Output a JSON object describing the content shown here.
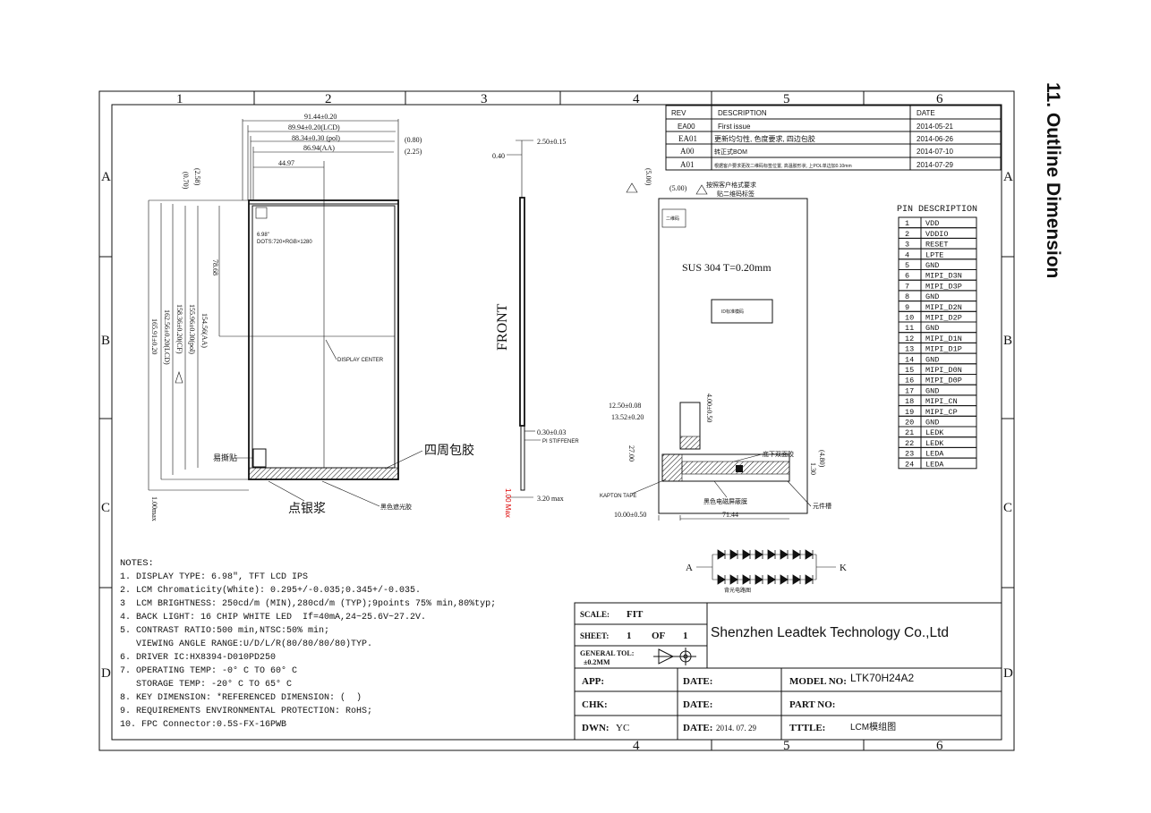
{
  "section_title": "11. Outline Dimension",
  "grid": {
    "cols_top": [
      "1",
      "2",
      "3",
      "4",
      "5",
      "6"
    ],
    "cols_bottom": [
      "4",
      "5",
      "6"
    ],
    "rows_left": [
      "A",
      "B",
      "C",
      "D"
    ],
    "rows_right": [
      "A",
      "B",
      "C",
      "D"
    ]
  },
  "front_view": {
    "dims_top": [
      "91.44±0.20",
      "89.94±0.20(LCD)",
      "88.34±0.30 (pol)",
      "86.94(AA)",
      "44.97",
      "(0.80)",
      "(2.25)"
    ],
    "dims_left": [
      "(2.58)",
      "(0.70)",
      "78.68",
      "154.56(AA)",
      "155.96±0.30(pol)",
      "158.36±0.20(CF)",
      "162.56±0.20(LCD)",
      "165.91±0.20",
      "1.00max"
    ],
    "screen_size": "6.98\"",
    "dots": "DOTS:720×RGB×1280",
    "display_center": "DISPLAY CENTER",
    "easy_tear": "易撕贴",
    "wrap_glue": "四周包胶",
    "silver_paste": "点银浆",
    "black_tape": "黑色遮光胶"
  },
  "side_view": {
    "label_front": "FRONT",
    "dim_top": "2.50±0.15",
    "dim_040": "0.40",
    "dim_030": "0.30±0.03",
    "pi_stiffener": "PI STIFFENER",
    "dim_bottom": "3.20 max",
    "dim_red": "1.00 Max"
  },
  "back_view": {
    "label_note1": "按照客户格式要求",
    "label_note2": "贴二维码标签",
    "qr_label": "二维码",
    "dim_500a": "(5.00)",
    "dim_500b": "(5.00)",
    "material": "SUS 304 T=0.20mm",
    "label_box": "ID标准模码",
    "dim_1250": "12.50±0.08",
    "dim_1352": "13.52±0.20",
    "dim_400": "4.00±0.50",
    "dim_2700": "27.00",
    "kapton": "KAPTON TAPE",
    "double_tape": "底下双面胶",
    "emi": "黑色电磁屏蔽膜",
    "component": "元件槽",
    "dim_480": "(4.80)",
    "dim_130": "1.30",
    "dim_1000": "10.00±0.50",
    "dim_7144": "71.44",
    "backlight_circuit": "背光电路图",
    "anode": "A",
    "cathode": "K"
  },
  "revision_table": {
    "headers": [
      "REV",
      "DESCRIPTION",
      "DATE"
    ],
    "rows": [
      [
        "EA00",
        "First issue",
        "2014-05-21"
      ],
      [
        "EA01",
        "更新均匀性, 色度要求, 四边包胶",
        "2014-06-26"
      ],
      [
        "A00",
        "转正式BOM",
        "2014-07-10"
      ],
      [
        "A01",
        "根据客户要求更改二维码标签位置, 高温胶形状, 上POL单边加0.10mm",
        "2014-07-29"
      ]
    ]
  },
  "pin_description": {
    "title": "PIN DESCRIPTION",
    "pins": [
      [
        "1",
        "VDD"
      ],
      [
        "2",
        "VDDIO"
      ],
      [
        "3",
        "RESET"
      ],
      [
        "4",
        "LPTE"
      ],
      [
        "5",
        "GND"
      ],
      [
        "6",
        "MIPI_D3N"
      ],
      [
        "7",
        "MIPI_D3P"
      ],
      [
        "8",
        "GND"
      ],
      [
        "9",
        "MIPI_D2N"
      ],
      [
        "10",
        "MIPI_D2P"
      ],
      [
        "11",
        "GND"
      ],
      [
        "12",
        "MIPI_D1N"
      ],
      [
        "13",
        "MIPI_D1P"
      ],
      [
        "14",
        "GND"
      ],
      [
        "15",
        "MIPI_D0N"
      ],
      [
        "16",
        "MIPI_D0P"
      ],
      [
        "17",
        "GND"
      ],
      [
        "18",
        "MIPI_CN"
      ],
      [
        "19",
        "MIPI_CP"
      ],
      [
        "20",
        "GND"
      ],
      [
        "21",
        "LEDK"
      ],
      [
        "22",
        "LEDK"
      ],
      [
        "23",
        "LEDA"
      ],
      [
        "24",
        "LEDA"
      ]
    ]
  },
  "notes": {
    "title": "NOTES:",
    "items": [
      "1. DISPLAY TYPE: 6.98\", TFT LCD IPS",
      "2. LCM Chromaticity(White): 0.295+/-0.035;0.345+/-0.035.",
      "3  LCM BRIGHTNESS: 250cd/m (MIN),280cd/m (TYP);9points 75% min,80%typ;",
      "4. BACK LIGHT: 16 CHIP WHITE LED  If=40mA,24~25.6V~27.2V.",
      "5. CONTRAST RATIO:500 min,NTSC:50% min;",
      "   VIEWING ANGLE RANGE:U/D/L/R(80/80/80/80)TYP.",
      "6. DRIVER IC:HX8394-D010PD250",
      "7. OPERATING TEMP: -0° C TO 60° C",
      "   STORAGE TEMP: -20° C TO 65° C",
      "8. KEY DIMENSION: *REFERENCED DIMENSION: (  )",
      "9. REQUIREMENTS ENVIRONMENTAL PROTECTION: RoHS;",
      "10. FPC Connector:0.5S-FX-16PWB"
    ]
  },
  "title_block": {
    "scale_label": "SCALE:",
    "scale_value": "FIT",
    "sheet_label": "SHEET:",
    "sheet_value": "1",
    "of_label": "OF",
    "of_value": "1",
    "tol_label": "GENERAL TOL:",
    "tol_value": "±0.2MM",
    "company": "Shenzhen Leadtek Technology Co.,Ltd",
    "app_label": "APP:",
    "chk_label": "CHK:",
    "dwn_label": "DWN:",
    "dwn_value": "YC",
    "date_label": "DATE:",
    "date_value": "2014. 07. 29",
    "model_label": "MODEL NO:",
    "model_value": "LTK70H24A2",
    "part_label": "PART NO:",
    "title_label": "TTTLE:",
    "title_value": "LCM模组图"
  }
}
